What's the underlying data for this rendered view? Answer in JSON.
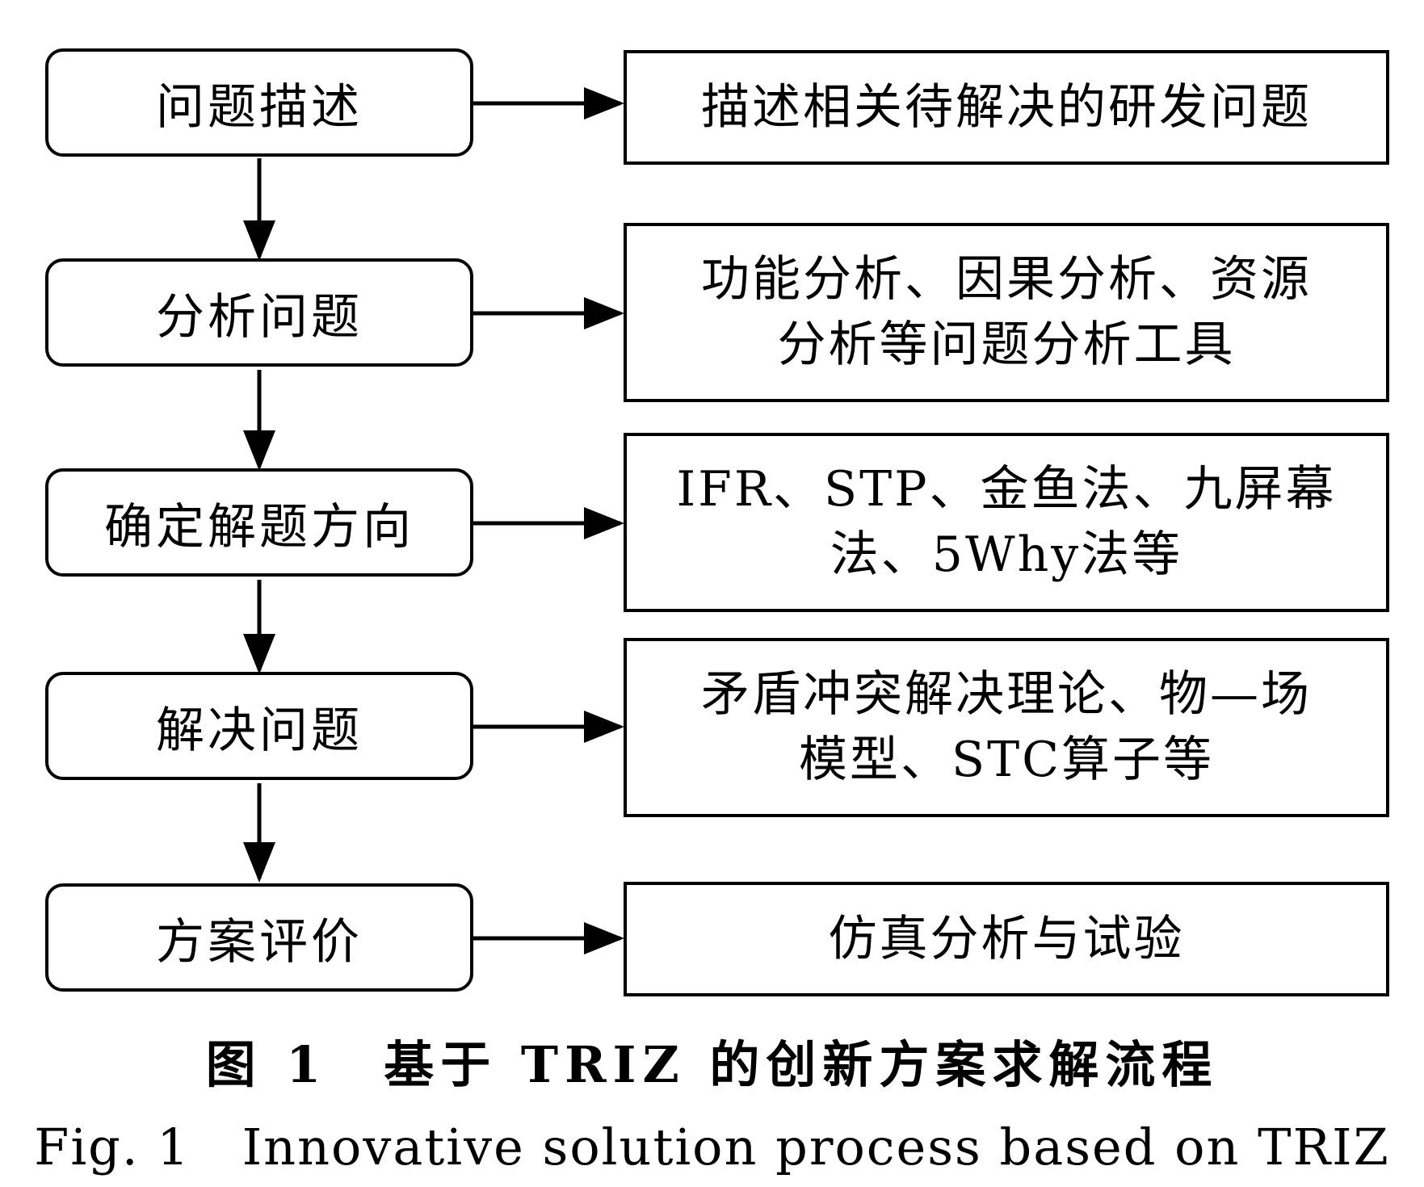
{
  "steps": [
    {
      "label": "问题描述",
      "detail": [
        "描述相关待解决的研发问题"
      ]
    },
    {
      "label": "分析问题",
      "detail": [
        "功能分析、因果分析、资源",
        "分析等问题分析工具"
      ]
    },
    {
      "label": "确定解题方向",
      "detail": [
        "IFR、STP、金鱼法、九屏幕",
        "法、5Why法等"
      ]
    },
    {
      "label": "解决问题",
      "detail": [
        "矛盾冲突解决理论、物—场",
        "模型、STC算子等"
      ]
    },
    {
      "label": "方案评价",
      "detail": [
        "仿真分析与试验"
      ]
    }
  ],
  "caption": {
    "cn": "图 1　基于 TRIZ 的创新方案求解流程",
    "en": "Fig. 1　Innovative solution process based on TRIZ"
  }
}
